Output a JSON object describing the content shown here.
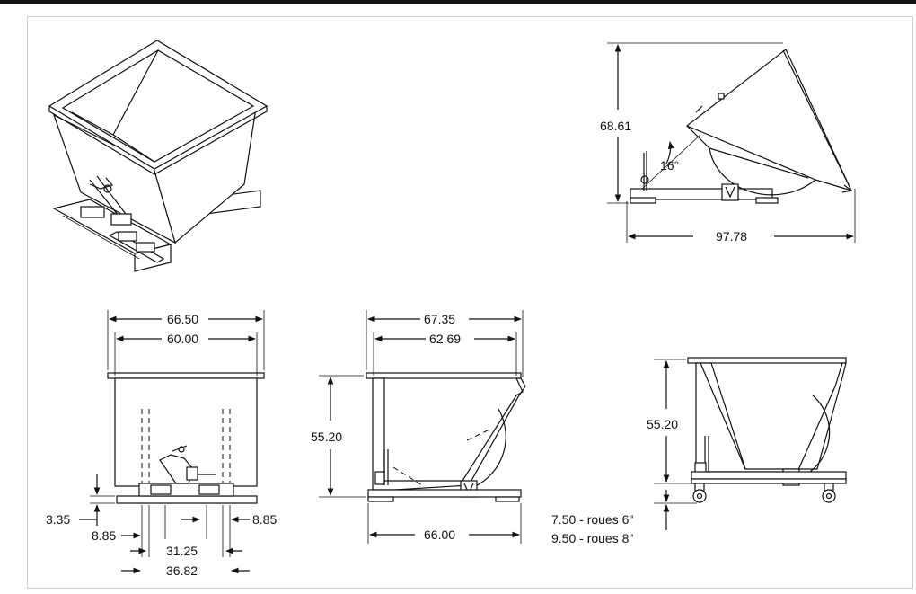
{
  "title": "",
  "top_right_view": {
    "height": "68.61",
    "angle": "16°",
    "length": "97.78"
  },
  "front_view": {
    "outer_width": "66.50",
    "inner_width": "60.00",
    "base_height": "3.35",
    "left_offset": "8.85",
    "right_offset": "8.85",
    "fork_center": "31.25",
    "fork_outer": "36.82"
  },
  "side_view": {
    "outer_width": "67.35",
    "inner_width": "62.69",
    "height": "55.20",
    "base_length": "66.00"
  },
  "caster_view": {
    "height": "55.20",
    "wheel_6": "7.50 - roues 6\"",
    "wheel_8": "9.50 - roues 8\""
  }
}
